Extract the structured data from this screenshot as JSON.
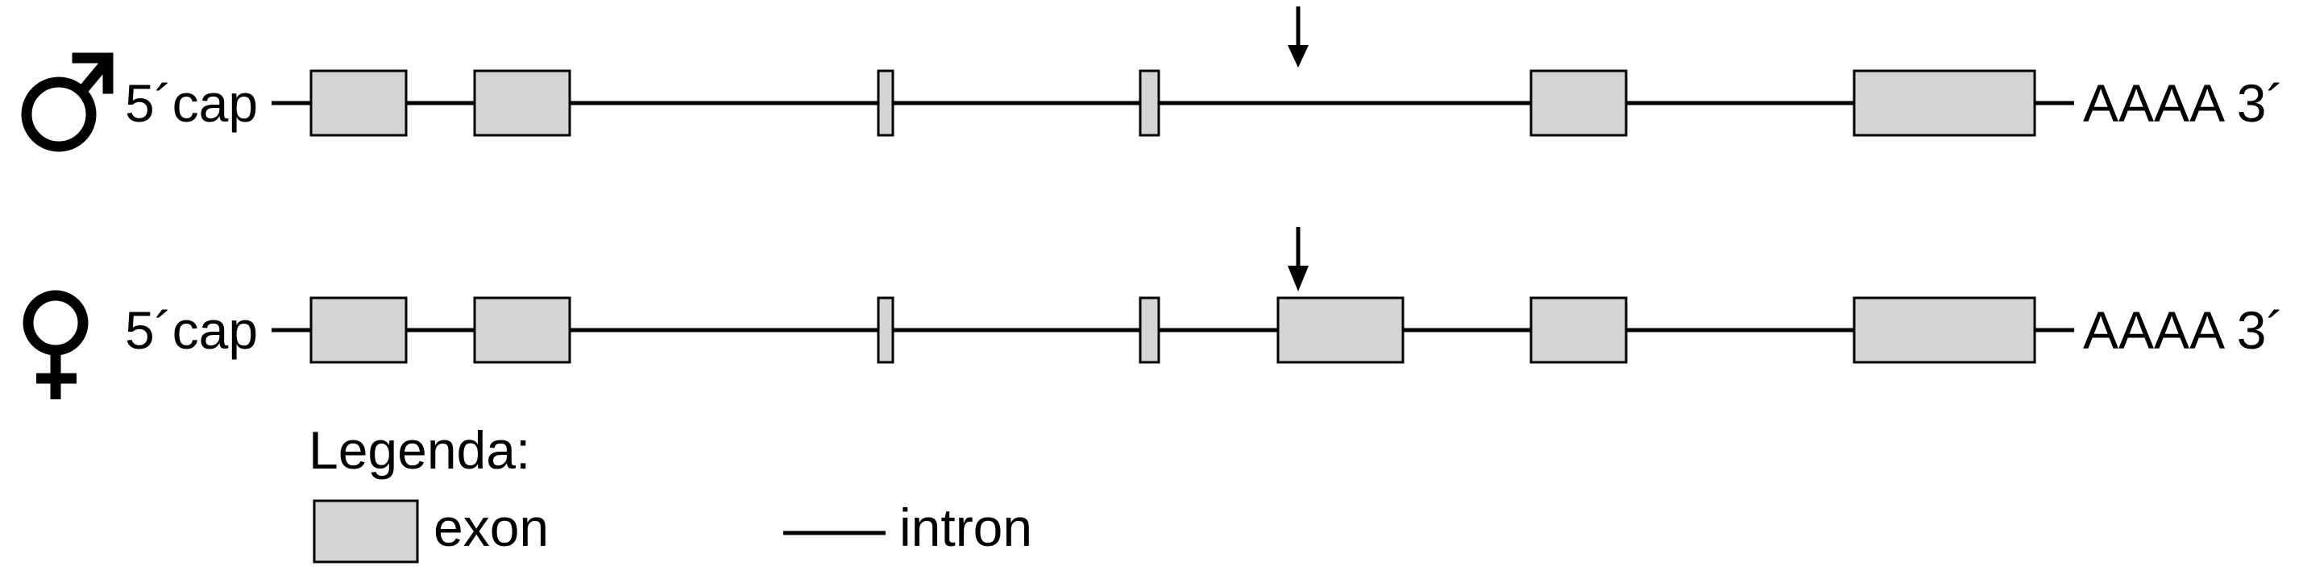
{
  "icons": {
    "male": "male-symbol-icon",
    "female": "female-symbol-icon",
    "arrow": "down-arrow-icon"
  },
  "rows": [
    {
      "five_prime": "5´cap",
      "three_prime": "AAAA 3´"
    },
    {
      "five_prime": "5´cap",
      "three_prime": "AAAA 3´"
    }
  ],
  "legend": {
    "title": "Legenda:",
    "exon_label": "exon",
    "intron_label": "intron"
  },
  "colors": {
    "exon_fill": "#d4d4d4",
    "outline": "#000000",
    "background": "#ffffff"
  }
}
